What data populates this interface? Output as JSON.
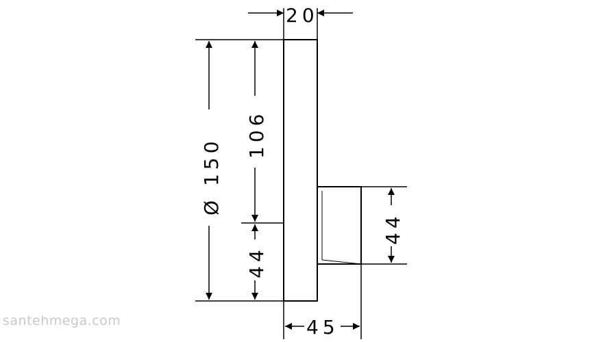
{
  "drawing": {
    "dimensions": {
      "plate_thickness": "20",
      "diameter": "Ø 150",
      "upper_height": "106",
      "lower_height_left": "44",
      "stem_height": "44",
      "total_depth": "45"
    },
    "colors": {
      "line": "#000000",
      "watermark": "#c9c9c9"
    }
  },
  "watermark": "santehmega.com"
}
